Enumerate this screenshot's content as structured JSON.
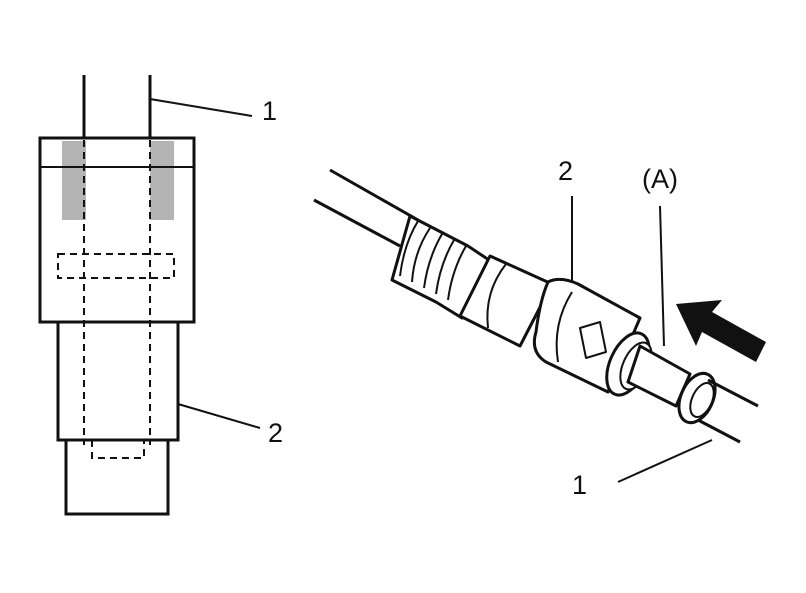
{
  "diagram": {
    "left_view": {
      "callout_tube": "1",
      "callout_connector": "2"
    },
    "right_view": {
      "callout_connector": "2",
      "callout_marker": "(A)",
      "callout_tube": "1",
      "arrow": "insertion-direction-arrow"
    }
  },
  "colors": {
    "line": "#111111",
    "shading": "#b4b4b4",
    "background": "#ffffff"
  }
}
